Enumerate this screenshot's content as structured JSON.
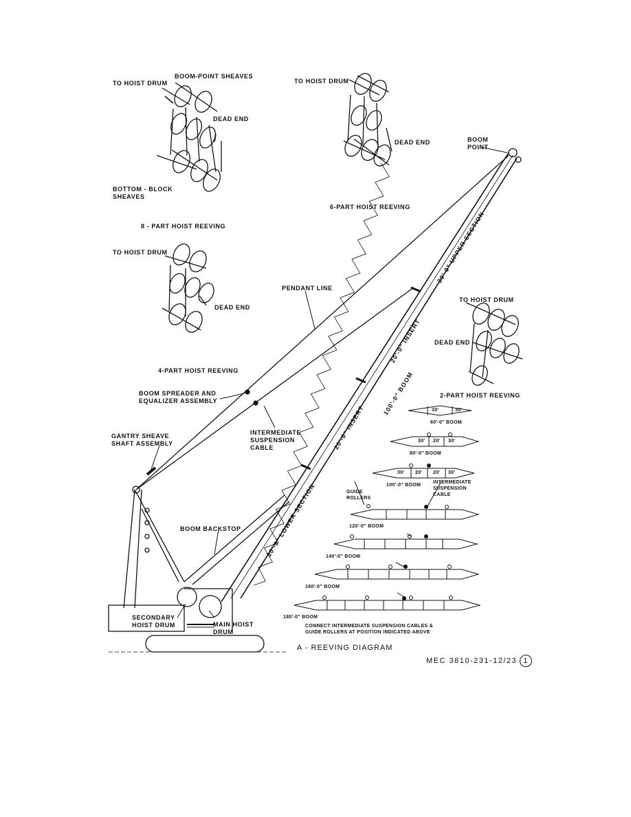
{
  "reeving_8": {
    "to_hoist_drum": "TO HOIST DRUM",
    "boom_point_sheaves": "BOOM-POINT SHEAVES",
    "dead_end": "DEAD END",
    "bottom_block": "BOTTOM - BLOCK",
    "sheaves": "SHEAVES",
    "title": "8 - PART HOIST REEVING"
  },
  "reeving_6": {
    "to_hoist_drum": "TO HOIST DRUM",
    "dead_end": "DEAD END",
    "title": "6-PART HOIST REEVING"
  },
  "reeving_4": {
    "to_hoist_drum": "TO HOIST DRUM",
    "dead_end": "DEAD END",
    "title": "4-PART HOIST REEVING"
  },
  "reeving_2": {
    "to_hoist_drum": "TO HOIST DRUM",
    "dead_end": "DEAD END",
    "title": "2-PART HOIST REEVING"
  },
  "crane": {
    "boom_point_1": "BOOM",
    "boom_point_2": "POINT",
    "pendant_line": "PENDANT LINE",
    "spreader_1": "BOOM SPREADER AND",
    "spreader_2": "EQUALIZER ASSEMBLY",
    "intermediate_1": "INTERMEDIATE",
    "intermediate_2": "SUSPENSION",
    "intermediate_3": "CABLE",
    "gantry_1": "GANTRY SHEAVE",
    "gantry_2": "SHAFT ASSEMBLY",
    "backstop": "BOOM BACKSTOP",
    "secondary_1": "SECONDARY",
    "secondary_2": "HOIST DRUM",
    "main_1": "MAIN HOIST",
    "main_2": "DRUM",
    "upper_section": "30'-0\" UPPER SECTION",
    "insert_upper": "20'-0\" INSERT",
    "boom_100": "100'-0\" BOOM",
    "insert_lower": "20'-0\" INSERT",
    "lower_section": "30'-0\" LOWER SECTION"
  },
  "booms": {
    "b60": "60'-0\" BOOM",
    "b80": "80'-0\" BOOM",
    "b100": "100'-0\" BOOM",
    "b120": "120'-0\" BOOM",
    "b140": "140'-0\" BOOM",
    "b160": "160'-0\" BOOM",
    "b180": "180'-0\" BOOM",
    "guide_1": "GUIDE",
    "guide_2": "ROLLERS",
    "isc_1": "INTERMEDIATE",
    "isc_2": "SUSPENSION",
    "isc_3": "CABLE",
    "note_1": "CONNECT INTERMEDIATE SUSPENSION CABLES &",
    "note_2": "GUIDE ROLLERS AT POSITION INDICATED ABOVE",
    "seg_30": "30'",
    "seg_20": "20'"
  },
  "caption": "A - REEVING DIAGRAM",
  "ref": "MEC 3810-231-12/23",
  "ref_circle": "1"
}
